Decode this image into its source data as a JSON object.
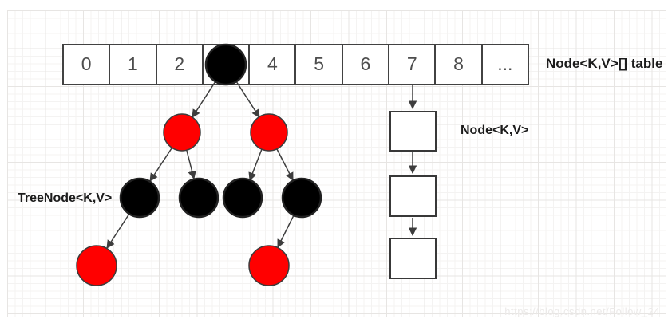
{
  "array": {
    "label": "Node<K,V>[] table",
    "cells": [
      "0",
      "1",
      "2",
      "",
      "4",
      "5",
      "6",
      "7",
      "8",
      "..."
    ]
  },
  "tree": {
    "label": "TreeNode<K,V>",
    "nodes": [
      {
        "name": "root",
        "color": "#000000"
      },
      {
        "name": "left",
        "color": "#ff0000"
      },
      {
        "name": "right",
        "color": "#ff0000"
      },
      {
        "name": "left-left",
        "color": "#000000"
      },
      {
        "name": "left-right",
        "color": "#000000"
      },
      {
        "name": "right-left",
        "color": "#000000"
      },
      {
        "name": "right-right",
        "color": "#000000"
      },
      {
        "name": "left-left-left",
        "color": "#ff0000"
      },
      {
        "name": "right-right-left",
        "color": "#ff0000"
      }
    ]
  },
  "list": {
    "label": "Node<K,V>",
    "node_count": 3
  },
  "watermark": "https://blog.csdn.net/Follow_24",
  "colors": {
    "red_node": "#ff0000",
    "black_node": "#000000",
    "shape_stroke": "#3d3d3d",
    "grid_minor": "#f4f3f2",
    "grid_major": "#e7e5e3",
    "watermark_text": "#eceae9"
  }
}
